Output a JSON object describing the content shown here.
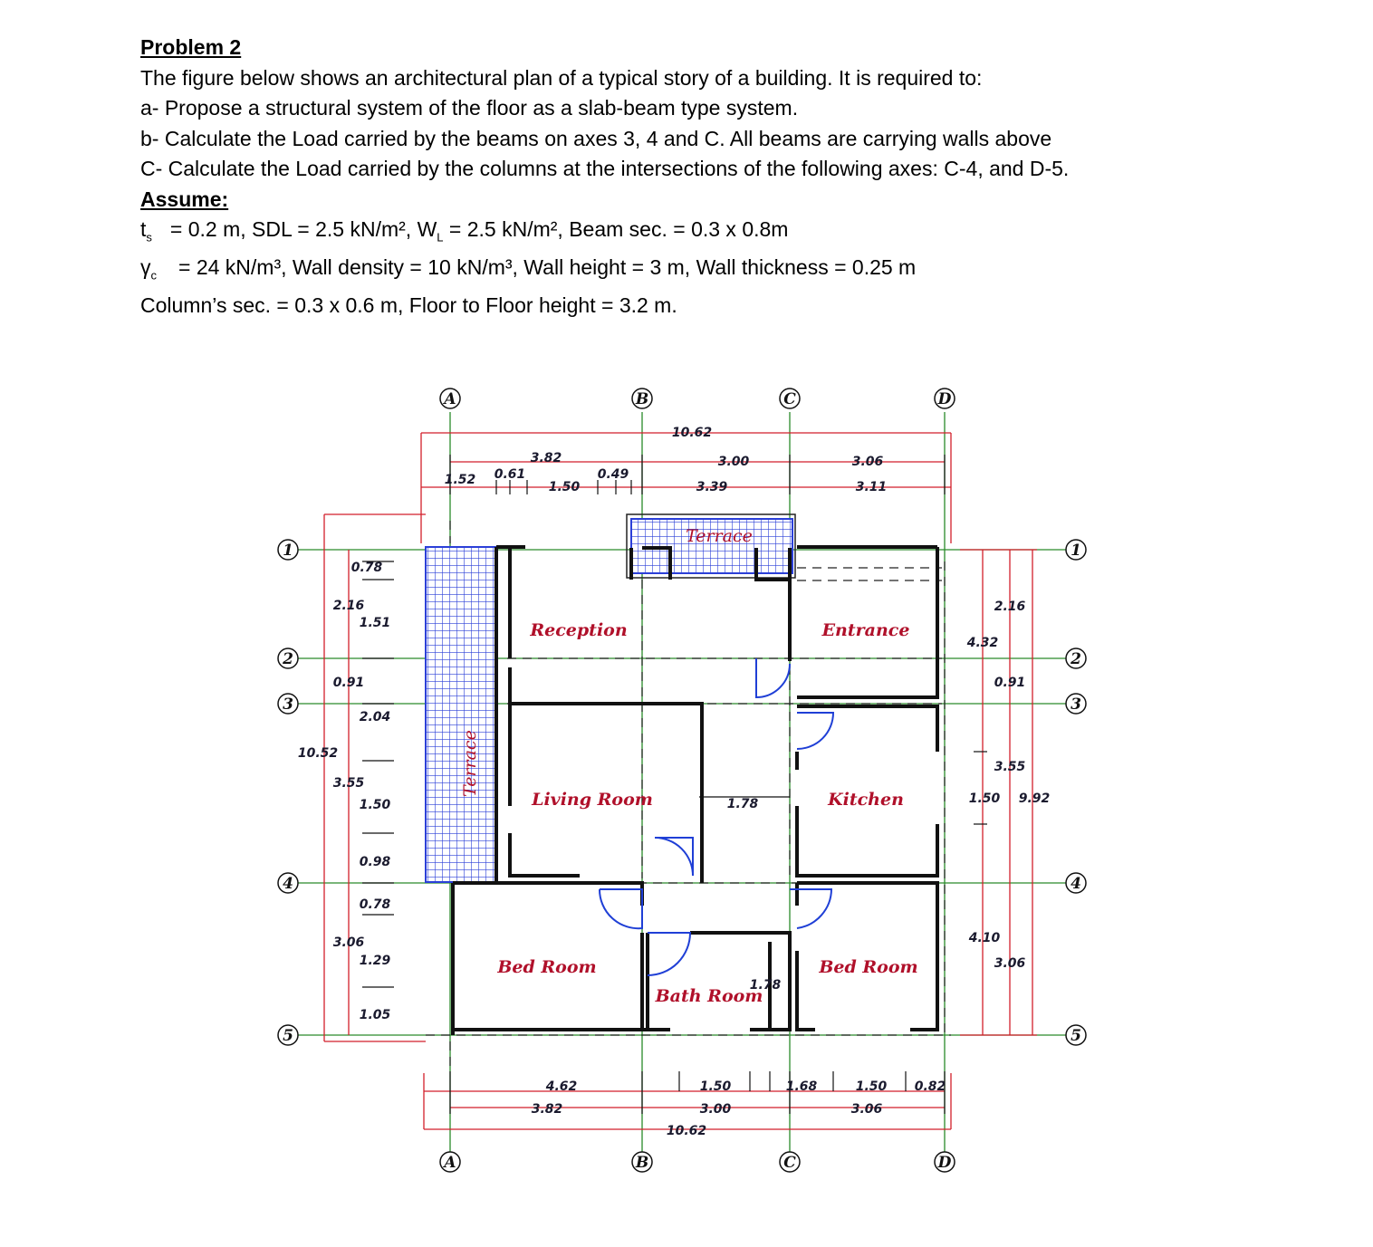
{
  "problem": {
    "title": "Problem 2",
    "intro": "The figure below shows an architectural plan of a typical story of a building. It is required to:",
    "item_a": "a- Propose a structural system of the floor as a slab-beam type system.",
    "item_b": "b- Calculate the Load carried by the beams on axes 3, 4 and C. All beams are carrying walls above",
    "item_c": "C- Calculate the Load carried by the columns at the intersections of the following axes: C-4, and D-5.",
    "assume_heading": "Assume:",
    "assume_line1_sym": "t",
    "assume_line1_sub": "s",
    "assume_line1_text": "= 0.2 m, SDL = 2.5 kN/m², W",
    "assume_line1_sub2": "L",
    "assume_line1_text2": "= 2.5 kN/m², Beam sec. = 0.3 x 0.8m",
    "assume_line2_sym": "γ",
    "assume_line2_sub": "c",
    "assume_line2_text": "= 24 kN/m³, Wall density = 10 kN/m³, Wall height = 3 m, Wall thickness = 0.25 m",
    "assume_line3": "Column’s sec.  = 0.3 x 0.6 m, Floor to Floor height = 3.2 m."
  },
  "plan": {
    "axes_letters": [
      "A",
      "B",
      "C",
      "D"
    ],
    "axes_numbers": [
      "1",
      "2",
      "3",
      "4",
      "5"
    ],
    "rooms": {
      "reception": "Reception",
      "entrance": "Entrance",
      "living": "Living Room",
      "kitchen": "Kitchen",
      "bed1": "Bed Room",
      "bed2": "Bed Room",
      "bath": "Bath Room",
      "terrace_top": "Terrace",
      "terrace_left": "Terrace"
    },
    "top_dims": {
      "overall": "10.62",
      "ab": "3.82",
      "bc": "3.00",
      "cd": "3.06",
      "d152": "1.52",
      "d061": "0.61",
      "d150": "1.50",
      "d049": "0.49",
      "d339": "3.39",
      "d311": "3.11"
    },
    "bottom_dims": {
      "d462": "4.62",
      "d382": "3.82",
      "d150a": "1.50",
      "d300": "3.00",
      "d168": "1.68",
      "d150b": "1.50",
      "d082": "0.82",
      "d306": "3.06",
      "overall": "10.62"
    },
    "left_dims": {
      "d078a": "0.78",
      "d216": "2.16",
      "d151": "1.51",
      "d091": "0.91",
      "d204": "2.04",
      "d1052": "10.52",
      "d355": "3.55",
      "d150": "1.50",
      "d098": "0.98",
      "d078b": "0.78",
      "d306": "3.06",
      "d129": "1.29",
      "d105": "1.05"
    },
    "right_dims": {
      "d216": "2.16",
      "d432": "4.32",
      "d091": "0.91",
      "d355": "3.55",
      "d150": "1.50",
      "d992": "9.92",
      "d410": "4.10",
      "d306": "3.06"
    },
    "inner_dims": {
      "d178a": "1.78",
      "d178b": "1.78"
    },
    "colors": {
      "dimension_line": "#d21f2b",
      "axis_line": "#2a8a2a",
      "door": "#1f3fd6",
      "terrace": "#2b3fd8",
      "room_label": "#b0102a"
    }
  }
}
